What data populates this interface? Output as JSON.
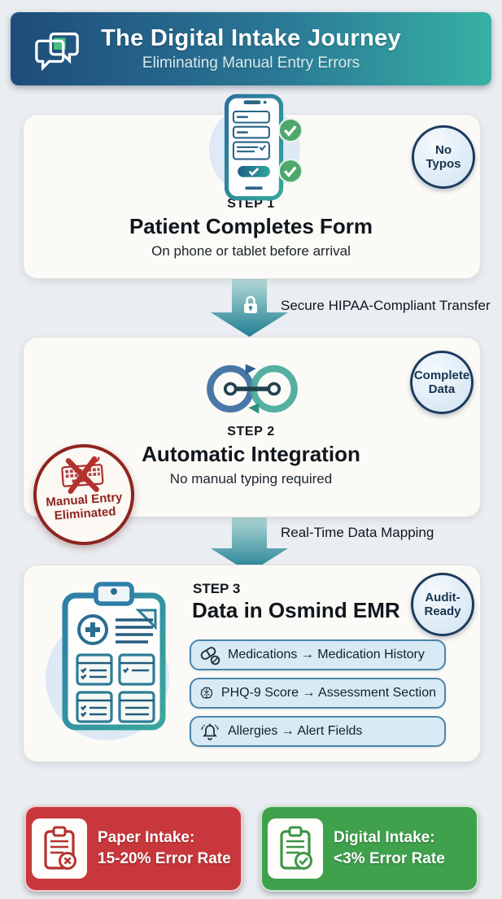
{
  "header": {
    "title": "The Digital Intake Journey",
    "subtitle": "Eliminating Manual Entry Errors",
    "icon": "chat-bubbles-icon",
    "gradient_start": "#1e4c7a",
    "gradient_end": "#37b1a4"
  },
  "flow": {
    "step1": {
      "label": "STEP 1",
      "title": "Patient Completes Form",
      "subtitle": "On phone or tablet before arrival",
      "icon": "phone-form-icon",
      "chip_line1": "No",
      "chip_line2": "Typos"
    },
    "connector1": {
      "label": "Secure HIPAA-Compliant Transfer",
      "icon": "lock-icon"
    },
    "step2": {
      "label": "STEP 2",
      "title": "Automatic Integration",
      "subtitle": "No manual typing required",
      "icon": "integration-loops-icon",
      "chip_line1": "Complete",
      "chip_line2": "Data",
      "eliminated_line1": "Manual Entry",
      "eliminated_line2": "Eliminated"
    },
    "connector2": {
      "label": "Real-Time Data Mapping"
    },
    "step3": {
      "label": "STEP 3",
      "title": "Data in Osmind EMR",
      "icon": "medical-clipboard-icon",
      "chip_line1": "Audit-",
      "chip_line2": "Ready",
      "mappings": [
        {
          "icon": "pill-icon",
          "label": "Medications → Medication History"
        },
        {
          "icon": "brain-icon",
          "label": "PHQ-9 Score → Assessment Section"
        },
        {
          "icon": "bell-icon",
          "label": "Allergies → Alert Fields"
        }
      ]
    }
  },
  "stats": [
    {
      "line1": "Paper Intake:",
      "line2": "15-20% Error Rate",
      "color": "#c8373c",
      "icon": "clipboard-x-icon"
    },
    {
      "line1": "Digital Intake:",
      "line2": "<3% Error Rate",
      "color": "#3fa14c",
      "icon": "clipboard-check-icon"
    }
  ],
  "colors": {
    "page_background": "#eaedf1",
    "card_background": "#fbfaf6",
    "chip_border": "#1c3a5e",
    "arrow_gradient_top": "#b9e0da",
    "arrow_gradient_bottom": "#1f7e93",
    "eliminated_red": "#8e2420",
    "mapping_row_bg": "#d8ebf5",
    "mapping_row_border": "#4a86ad",
    "check_green": "#4fa869"
  }
}
